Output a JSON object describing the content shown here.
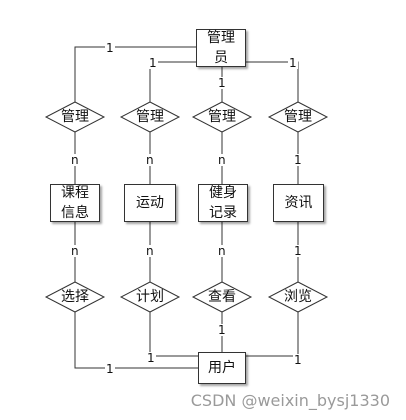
{
  "entities": {
    "admin": "管理\n员",
    "course": "课程\n信息",
    "sport": "运动",
    "fitness": "健身\n记录",
    "news": "资讯",
    "user": "用户"
  },
  "relations": {
    "manage1": "管理",
    "manage2": "管理",
    "manage3": "管理",
    "manage4": "管理",
    "select": "选择",
    "plan": "计划",
    "view": "查看",
    "browse": "浏览"
  },
  "cardinalities": {
    "admin_left": "1",
    "admin_mid": "1",
    "admin_down": "1",
    "admin_right": "1",
    "m1_course": "n",
    "m2_sport": "n",
    "m3_fitness": "n",
    "m4_news": "1",
    "course_select": "n",
    "sport_plan": "n",
    "fitness_view": "n",
    "news_browse": "1",
    "user_select": "1",
    "user_plan": "1",
    "user_view": "1",
    "user_browse": "1"
  },
  "watermark": "CSDN @weixin_bysj1330"
}
